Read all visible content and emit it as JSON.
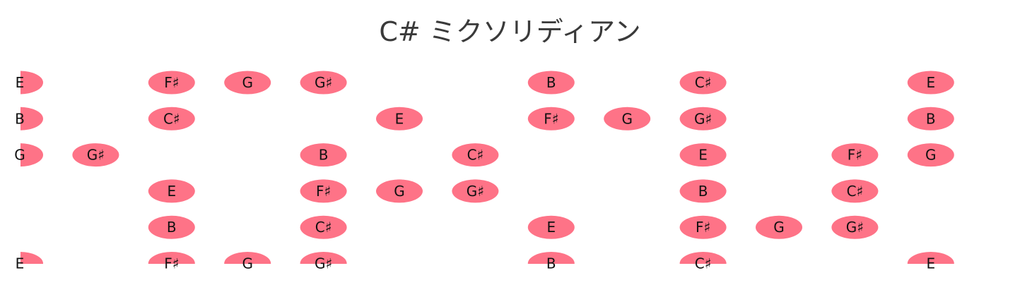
{
  "title": "C# ミクソリディアン",
  "note_color": "#fe7387",
  "strings": [
    {
      "notes": [
        {
          "fret": 0,
          "name": "E"
        },
        {
          "fret": 2,
          "name": "F♯"
        },
        {
          "fret": 3,
          "name": "G"
        },
        {
          "fret": 4,
          "name": "G♯"
        },
        {
          "fret": 7,
          "name": "B"
        },
        {
          "fret": 9,
          "name": "C♯"
        },
        {
          "fret": 12,
          "name": "E"
        }
      ]
    },
    {
      "notes": [
        {
          "fret": 0,
          "name": "B"
        },
        {
          "fret": 2,
          "name": "C♯"
        },
        {
          "fret": 5,
          "name": "E"
        },
        {
          "fret": 7,
          "name": "F♯"
        },
        {
          "fret": 8,
          "name": "G"
        },
        {
          "fret": 9,
          "name": "G♯"
        },
        {
          "fret": 12,
          "name": "B"
        }
      ]
    },
    {
      "notes": [
        {
          "fret": 0,
          "name": "G"
        },
        {
          "fret": 1,
          "name": "G♯"
        },
        {
          "fret": 4,
          "name": "B"
        },
        {
          "fret": 6,
          "name": "C♯"
        },
        {
          "fret": 9,
          "name": "E"
        },
        {
          "fret": 11,
          "name": "F♯"
        },
        {
          "fret": 12,
          "name": "G"
        }
      ]
    },
    {
      "notes": [
        {
          "fret": 2,
          "name": "E"
        },
        {
          "fret": 4,
          "name": "F♯"
        },
        {
          "fret": 5,
          "name": "G"
        },
        {
          "fret": 6,
          "name": "G♯"
        },
        {
          "fret": 9,
          "name": "B"
        },
        {
          "fret": 11,
          "name": "C♯"
        }
      ]
    },
    {
      "notes": [
        {
          "fret": 2,
          "name": "B"
        },
        {
          "fret": 4,
          "name": "C♯"
        },
        {
          "fret": 7,
          "name": "E"
        },
        {
          "fret": 9,
          "name": "F♯"
        },
        {
          "fret": 10,
          "name": "G"
        },
        {
          "fret": 11,
          "name": "G♯"
        }
      ]
    },
    {
      "notes": [
        {
          "fret": 0,
          "name": "E"
        },
        {
          "fret": 2,
          "name": "F♯"
        },
        {
          "fret": 3,
          "name": "G"
        },
        {
          "fret": 4,
          "name": "G♯"
        },
        {
          "fret": 7,
          "name": "B"
        },
        {
          "fret": 9,
          "name": "C♯"
        },
        {
          "fret": 12,
          "name": "E"
        }
      ]
    }
  ]
}
